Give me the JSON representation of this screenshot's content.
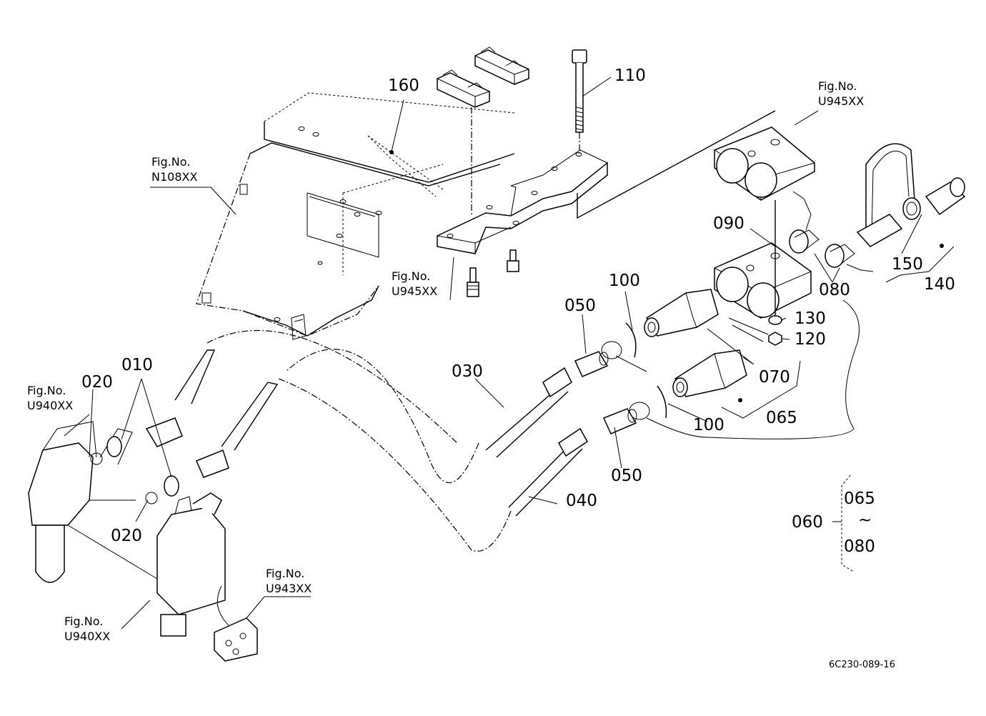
{
  "fig_refs": {
    "n108": "Fig.No.\nN108XX",
    "u945_top": "Fig.No.\nU945XX",
    "u945_mid": "Fig.No.\nU945XX",
    "u940_left": "Fig.No.\nU940XX",
    "u940_bottom": "Fig.No.\nU940XX",
    "u943": "Fig.No.\nU943XX"
  },
  "part_labels": {
    "p160": "160",
    "p110": "110",
    "p090": "090",
    "p080": "080",
    "p150": "150",
    "p140": "140",
    "p130": "130",
    "p120": "120",
    "p100_top": "100",
    "p100_bottom": "100",
    "p050_top": "050",
    "p050_bottom": "050",
    "p070": "070",
    "p065": "065",
    "p030": "030",
    "p040": "040",
    "p010": "010",
    "p020_top": "020",
    "p020_bottom": "020",
    "p060": "060"
  },
  "set_range": {
    "from": "065",
    "tilde": "~",
    "to": "080"
  },
  "drawing_code": "6C230-089-16"
}
